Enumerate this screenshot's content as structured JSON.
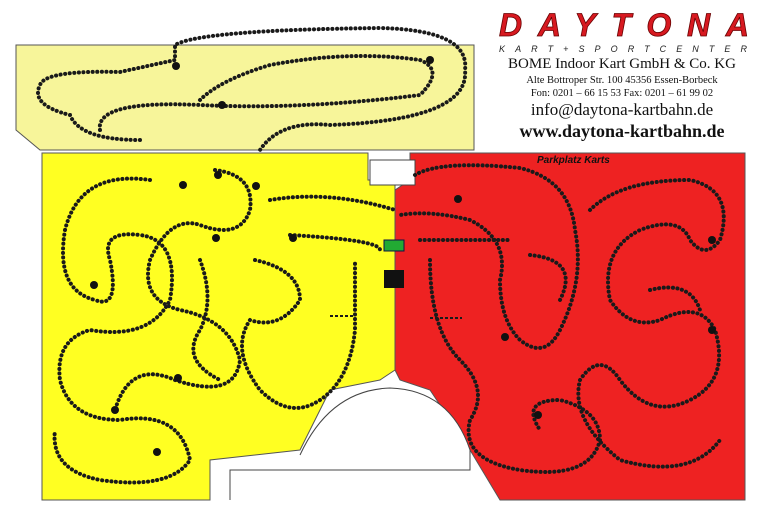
{
  "brand": {
    "logo_text": "DAYTONA",
    "tagline": "KART+SPORTCENTER",
    "color": "#d71920"
  },
  "company": {
    "name": "BOME Indoor Kart GmbH & Co. KG",
    "address": "Alte Bottroper Str. 100 45356 Essen-Borbeck",
    "phone_fax": "Fon: 0201 – 66 15 53 Fax: 0201 – 61 99 02",
    "email": "info@daytona-kartbahn.de",
    "website": "www.daytona-kartbahn.de"
  },
  "map": {
    "parking_label": "Parkplatz Karts",
    "colors": {
      "left_track": "#ffff33",
      "top_track": "#f7f59a",
      "right_track": "#ee2222"
    }
  }
}
